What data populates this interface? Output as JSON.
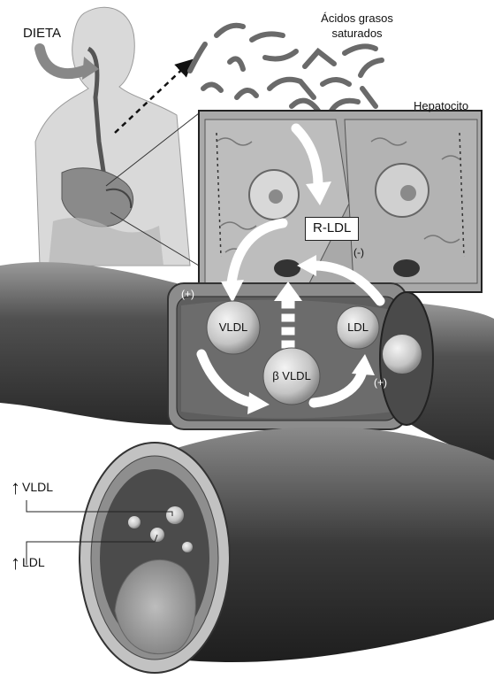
{
  "labels": {
    "diet": "DIETA",
    "fatty_acids_line1": "Ácidos grasos",
    "fatty_acids_line2": "saturados",
    "hepatocyte": "Hepatocito",
    "receptor": "R-LDL",
    "vldl": "VLDL",
    "ldl": "LDL",
    "beta_vldl": "β VLDL",
    "plus": "(+)",
    "minus": "(-)",
    "side_vldl": "VLDL",
    "side_ldl": "LDL"
  },
  "icons": {
    "increase": "up-arrow-icon"
  },
  "colors": {
    "vessel_dark": "#3a3a3a",
    "vessel_mid": "#6e6e6e",
    "tissue_light": "#cfcfcf",
    "lipoprotein": "#c8c8c8"
  }
}
